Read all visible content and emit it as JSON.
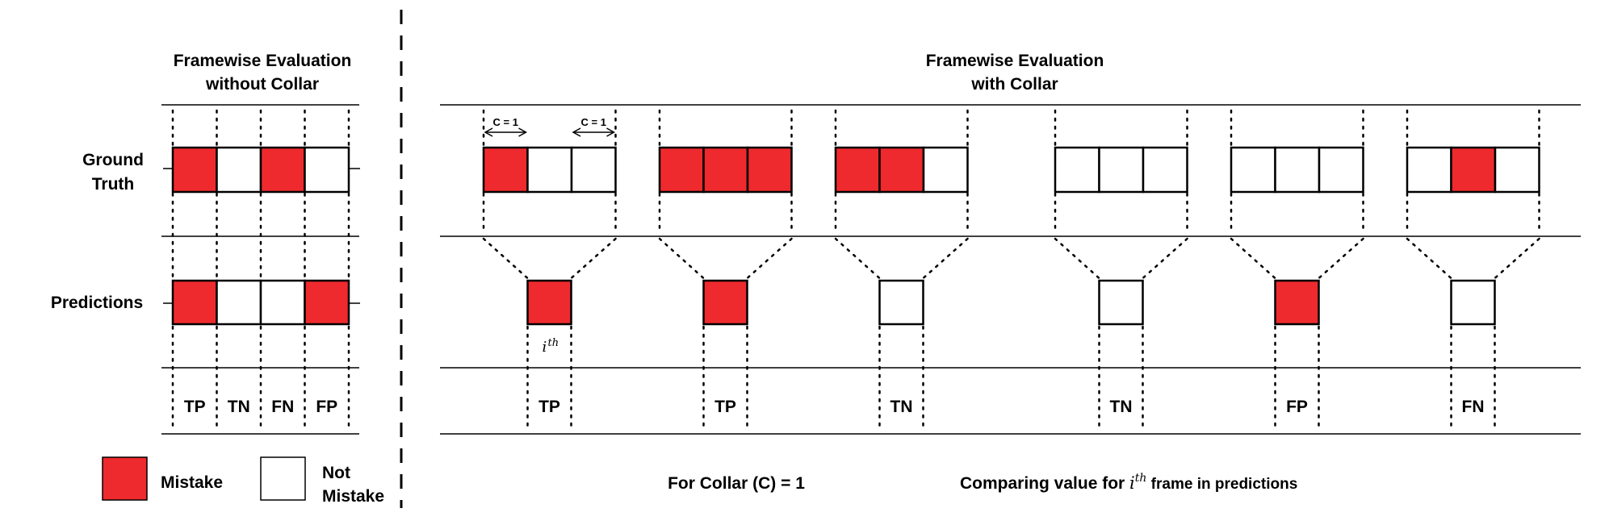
{
  "left_panel": {
    "title_line1": "Framewise Evaluation",
    "title_line2": "without Collar",
    "row_label_gt_line1": "Ground",
    "row_label_gt_line2": "Truth",
    "row_label_pred": "Predictions",
    "ground_truth": [
      true,
      false,
      true,
      false
    ],
    "predictions": [
      true,
      false,
      false,
      true
    ],
    "outcomes": [
      "TP",
      "TN",
      "FN",
      "FP"
    ]
  },
  "right_panel": {
    "title_line1": "Framewise Evaluation",
    "title_line2": "with Collar",
    "collar_label": "C = 1",
    "ith_label": "i",
    "ith_superscript": "th",
    "groups": [
      {
        "ground_truth": [
          true,
          false,
          false
        ],
        "prediction": true,
        "outcome": "TP"
      },
      {
        "ground_truth": [
          true,
          true,
          true
        ],
        "prediction": true,
        "outcome": "TP"
      },
      {
        "ground_truth": [
          true,
          true,
          false
        ],
        "prediction": false,
        "outcome": "TN"
      },
      {
        "ground_truth": [
          false,
          false,
          false
        ],
        "prediction": false,
        "outcome": "TN"
      },
      {
        "ground_truth": [
          false,
          false,
          false
        ],
        "prediction": true,
        "outcome": "FP"
      },
      {
        "ground_truth": [
          false,
          true,
          false
        ],
        "prediction": false,
        "outcome": "FN"
      }
    ]
  },
  "legend": {
    "mistake_label": "Mistake",
    "not_mistake_line1": "Not",
    "not_mistake_line2": "Mistake"
  },
  "footer": {
    "collar_note": "For Collar (C) = 1",
    "comparing_prefix": "Comparing value for ",
    "comparing_i": "i",
    "comparing_th": "th",
    "comparing_suffix": " frame in predictions"
  },
  "colors": {
    "mistake": "#ee2a2e",
    "not_mistake": "#ffffff",
    "line": "#000000"
  }
}
